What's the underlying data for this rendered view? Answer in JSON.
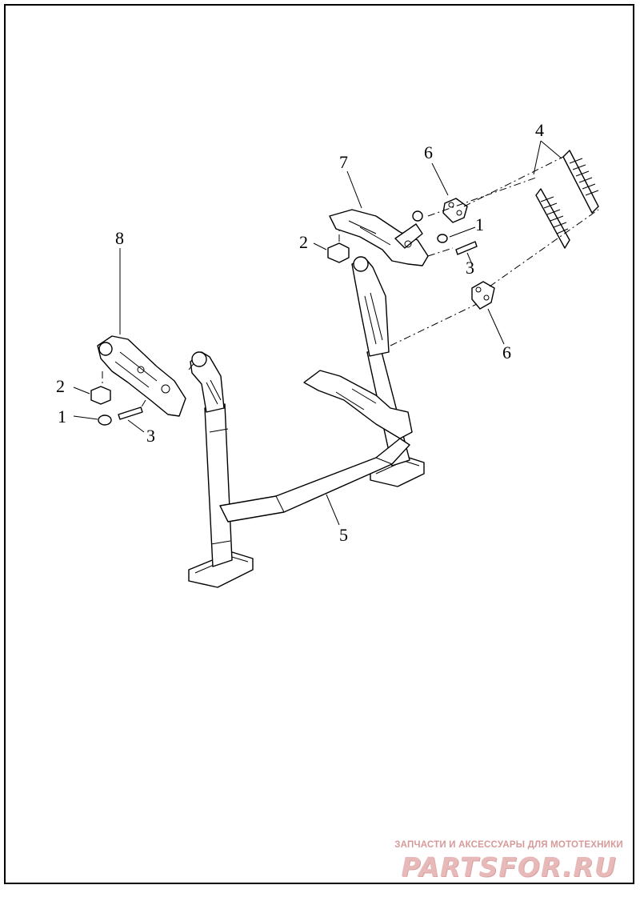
{
  "callouts": {
    "n1a": "1",
    "n1b": "1",
    "n2a": "2",
    "n2b": "2",
    "n3a": "3",
    "n3b": "3",
    "n4": "4",
    "n5": "5",
    "n6a": "6",
    "n6b": "6",
    "n7": "7",
    "n8": "8"
  },
  "watermark": {
    "tagline": "ЗАПЧАСТИ И АКСЕССУАРЫ ДЛЯ МОТОТЕХНИКИ",
    "logo": "PARTSFOR.RU"
  }
}
